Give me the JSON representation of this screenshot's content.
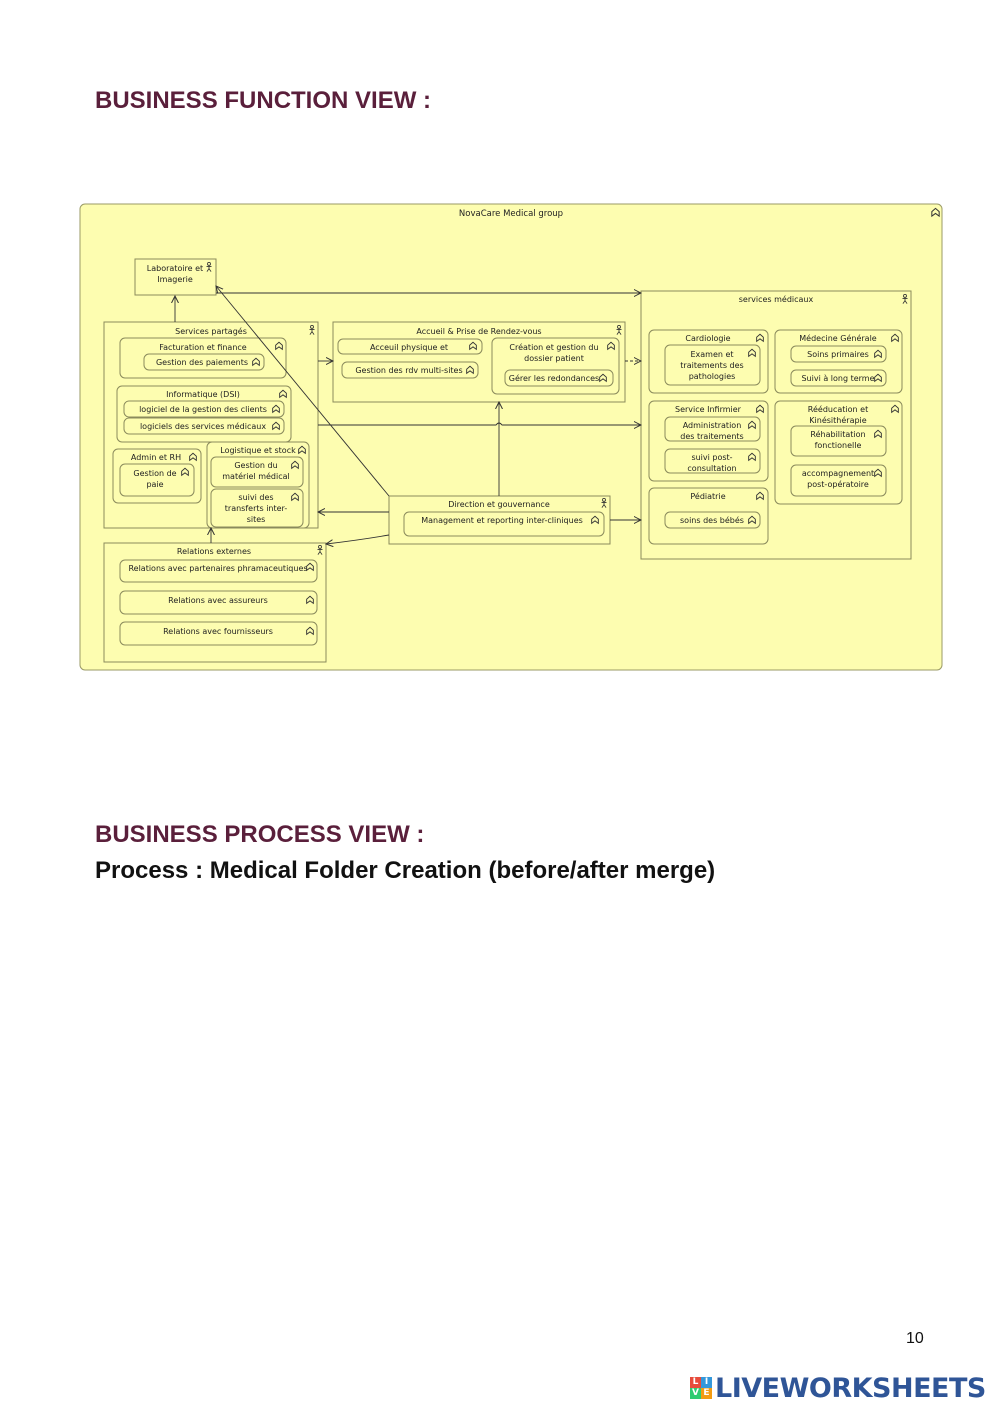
{
  "section1": {
    "heading": "BUSINESS FUNCTION VIEW :"
  },
  "section2": {
    "heading": "BUSINESS PROCESS VIEW :",
    "subheading": "Process : Medical Folder Creation (before/after merge)"
  },
  "page_number": "10",
  "brand": {
    "name": "LIVEWORKSHEETS",
    "logo_letters": [
      "L",
      "I",
      "V",
      "E"
    ],
    "logo_colors": [
      "#e74c3c",
      "#3498db",
      "#2ecc71",
      "#f39c12"
    ]
  },
  "diagram": {
    "colors": {
      "fill": "#fdfdb0",
      "stroke": "#9a9a66",
      "line": "#333333"
    },
    "title": "NovaCare Medical group",
    "lab": {
      "title": "Laboratoire et",
      "title2": "Imagerie"
    },
    "shared": {
      "title": "Services partagés",
      "fin": "Facturation et finance",
      "payments": "Gestion des paiements",
      "it": "Informatique (DSI)",
      "it1": "logiciel de la gestion des clients",
      "it2": "logiciels des services médicaux",
      "admin": "Admin et RH",
      "pay1": "Gestion de",
      "pay2": "paie",
      "logi": "Logistique et stock",
      "mat1": "Gestion du",
      "mat2": "matériel médical",
      "tr1": "suivi des",
      "tr2": "transferts inter-",
      "tr3": "sites"
    },
    "accueil": {
      "title": "Accueil & Prise de Rendez-vous",
      "phys": "Acceuil physique et",
      "rdv": "Gestion des rdv multi-sites",
      "dos1": "Création et gestion du",
      "dos2": "dossier patient",
      "red": "Gérer les redondances"
    },
    "direction": {
      "title": "Direction et gouvernance",
      "mgmt": "Management et reporting inter-cliniques"
    },
    "external": {
      "title": "Relations externes",
      "pharma": "Relations avec partenaires phramaceutiques",
      "ins": "Relations avec assureurs",
      "sup": "Relations avec fournisseurs"
    },
    "medical": {
      "title": "services médicaux",
      "cardio": "Cardiologie",
      "ex1": "Examen et",
      "ex2": "traitements des",
      "ex3": "pathologies",
      "mg": "Médecine Générale",
      "prim": "Soins primaires",
      "long": "Suivi à long terme",
      "inf": "Service Infirmier",
      "adm1": "Administration",
      "adm2": "des traitements",
      "post1": "suivi post-",
      "post2": "consultation",
      "reedu1": "Rééducation et",
      "reedu2": "Kinésithérapie",
      "reh1": "Réhabilitation",
      "reh2": "fonctionelle",
      "acc1": "accompagnement",
      "acc2": "post-opératoire",
      "ped": "Pédiatrie",
      "babies": "soins des bébés"
    }
  }
}
